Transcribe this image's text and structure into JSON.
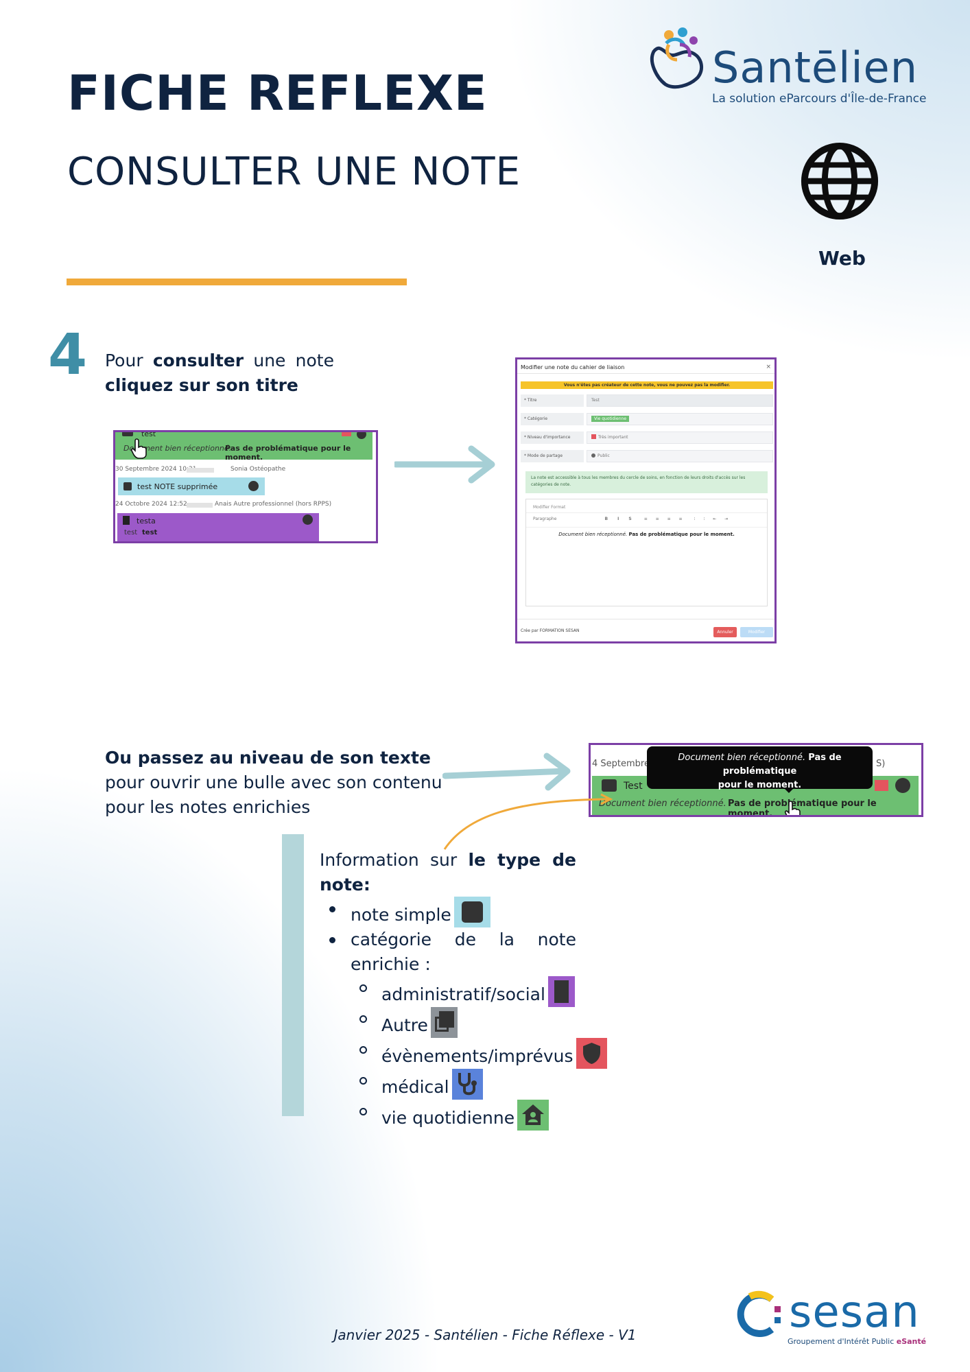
{
  "header": {
    "title": "FICHE REFLEXE",
    "subtitle": "CONSULTER UNE NOTE",
    "platform_label": "Web"
  },
  "logo": {
    "name": "Santēlien",
    "tagline": "La solution eParcours d'Île-de-France"
  },
  "step": {
    "number": "4",
    "text_part1": "Pour ",
    "text_bold1": "consulter",
    "text_part2": " une note ",
    "text_bold2": "cliquez sur son titre"
  },
  "note_list": {
    "note1_title": "test",
    "note1_content_italic": "Document bien réceptionné.",
    "note1_content_bold": "Pas de problématique pour le moment.",
    "meta1": "30 Septembre 2024 10:21 -",
    "meta1_author": "Sonia Ostéopathe",
    "note2_title": "test NOTE supprimée",
    "meta2": "24 Octobre 2024 12:52 -",
    "meta2_author": "Anais Autre professionnel (hors RPPS)",
    "note3_title": "testa",
    "note3_content": "test",
    "note3_content_bold": "test"
  },
  "modal": {
    "title": "Modifier une note du cahier de liaison",
    "close": "×",
    "warning": "Vous n'êtes pas créateur de cette note, vous ne pouvez pas la modifier.",
    "fields": [
      {
        "label": "* Titre",
        "value": "Test"
      },
      {
        "label": "* Catégorie",
        "value": "Vie quotidienne"
      },
      {
        "label": "* Niveau d'importance",
        "value": "Très important"
      },
      {
        "label": "* Mode de partage",
        "value": "Public"
      }
    ],
    "info": "La note est accessible à tous les membres du cercle de soins, en fonction de leurs droits d'accès sur les catégories de note.",
    "editor_menu": "Modifier    Format",
    "editor_toolbar": "Paragraphe",
    "editor_content_italic": "Document bien réceptionné.",
    "editor_content_bold": "Pas de problématique pour le moment.",
    "created_by": "Crée par FORMATION SESAN",
    "cancel_label": "Annuler",
    "edit_label": "Modifier"
  },
  "hover": {
    "bold": "Ou passez au niveau de son texte",
    "line2": "pour ouvrir une bulle avec son contenu",
    "line3": "pour les notes enrichies",
    "screenshot_date": "4 Septembre 20",
    "screenshot_suffix": "S)",
    "tooltip_italic": "Document bien réceptionné.",
    "tooltip_bold1": "Pas de problématique",
    "tooltip_bold2": "pour le moment.",
    "note_title": "Test",
    "note_content_italic": "Document bien réceptionné.",
    "note_content_bold": "Pas de problématique pour le moment."
  },
  "info_block": {
    "head_normal": "Information sur ",
    "head_bold": "le type de note:",
    "items": [
      {
        "label": "note simple",
        "color": "#a6dce8"
      },
      {
        "label": "catégorie de la note enrichie :"
      }
    ],
    "subitems": [
      {
        "label": "administratif/social",
        "color": "#9c59c9",
        "icon": "document-icon"
      },
      {
        "label": "Autre",
        "color": "#8d9399",
        "icon": "add-copy-icon"
      },
      {
        "label": "évènements/imprévus",
        "color": "#e4555e",
        "icon": "shield-icon"
      },
      {
        "label": "médical",
        "color": "#5a83db",
        "icon": "stethoscope-icon"
      },
      {
        "label": "vie quotidienne",
        "color": "#6dbf72",
        "icon": "home-person-icon"
      }
    ]
  },
  "footer": {
    "text": "Janvier 2025 - Santélien - Fiche Réflexe - V1",
    "sesan_name": "sesan",
    "sesan_tag": "Groupement d'Intérêt Public",
    "sesan_tag_bold": "eSanté"
  },
  "colors": {
    "navy": "#0f2340",
    "accent_orange": "#f0a93a",
    "teal": "#3f8ea6",
    "frame_purple": "#7c3fa6"
  }
}
